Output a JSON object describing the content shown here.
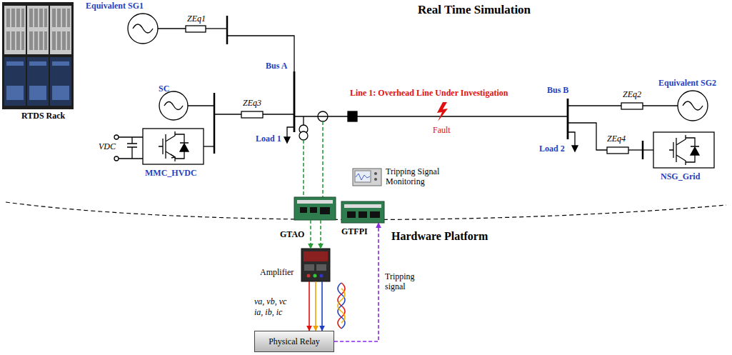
{
  "diagram": {
    "title": "Real Time Simulation",
    "nodes": [
      {
        "text": [
          "Tripping Signal Monitoring"
        ]
      },
      {
        "text": [
          "GTAO"
        ]
      },
      {
        "text": [
          "GTFPI"
        ]
      },
      {
        "text": [
          "Amplifier"
        ]
      },
      {
        "text": [
          "Physical Relay"
        ]
      }
    ],
    "edges": [
      {
        "from": 1,
        "to": 3,
        "arrow": "to"
      },
      {
        "from": 3,
        "to": 4,
        "arrow": "to"
      },
      {
        "from": 4,
        "to": 2,
        "label": "Tripping signal",
        "arrow": "to"
      }
    ],
    "labels": [
      "RTDS Rack",
      "Equivalent SG1",
      "ZEq1",
      "Bus A",
      "SC",
      "ZEq3",
      "VDC",
      "MMC_HVDC",
      "Load 1",
      "Line 1: Overhead Line Under Investigation",
      "Fault",
      "Bus B",
      "ZEq2",
      "Equivalent SG2",
      "Load 2",
      "ZEq4",
      "NSG_Grid",
      "Hardware Platform",
      "va, vb, vc",
      "ia, ib, ic"
    ]
  }
}
